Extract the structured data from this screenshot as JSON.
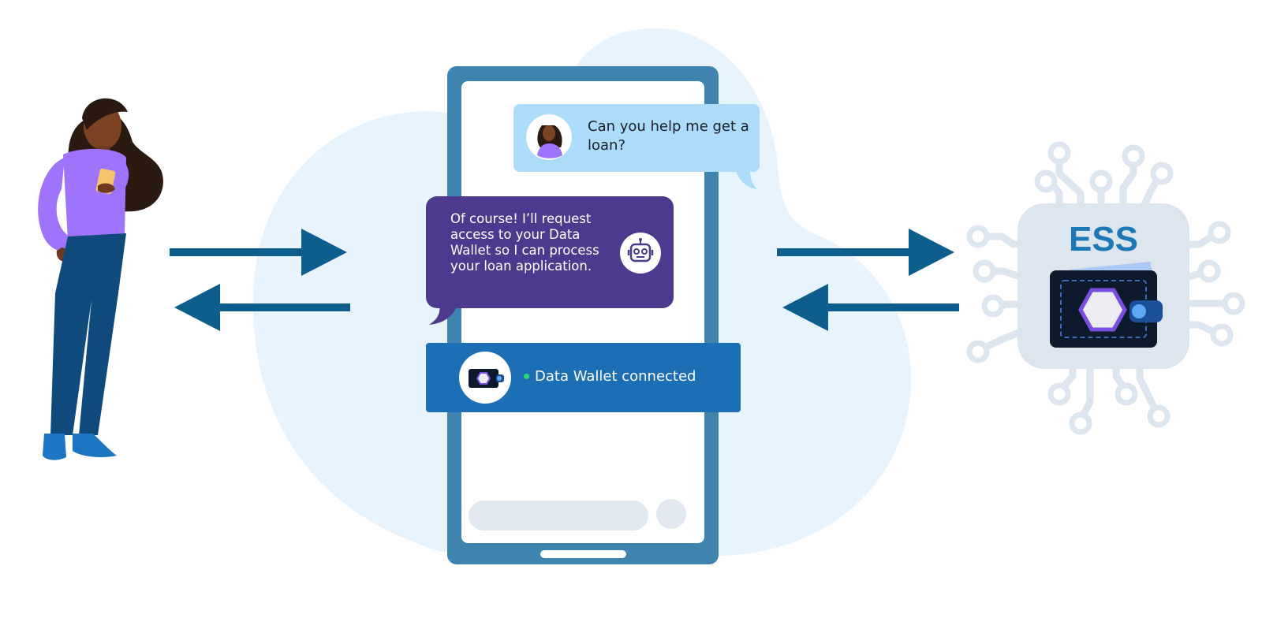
{
  "chat": {
    "user_message": "Can you help me get a loan?",
    "bot_message": "Of course! I’ll request access to your Data Wallet so I can process your loan application.",
    "status_text": "Data Wallet connected"
  },
  "ess": {
    "label": "ESS"
  },
  "icons": {
    "person": "woman-figure",
    "user_avatar": "woman-avatar-icon",
    "bot_avatar": "robot-icon",
    "wallet": "data-wallet-icon",
    "chip": "circuit-chip-icon"
  },
  "colors": {
    "phone_frame": "#3e84ae",
    "blob": "#e8f4fd",
    "user_bubble": "#acdcfa",
    "bot_bubble": "#4d3a8e",
    "status_bar": "#1d6fb5",
    "arrow": "#0d5d8d",
    "ess_text": "#1d78b8",
    "circuit": "#dde5ee"
  }
}
